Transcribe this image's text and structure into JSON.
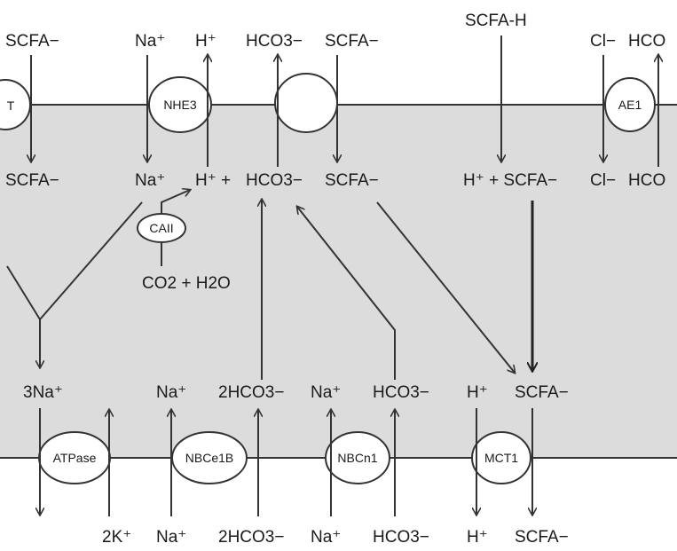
{
  "colors": {
    "cell_fill": "#dcdcdc",
    "background": "#ffffff",
    "ink": "#1a1a1a"
  },
  "top_labels": {
    "scfa_left": "SCFA−",
    "na": "Na⁺",
    "h": "H⁺",
    "hco3": "HCO3−",
    "scfa_mid": "SCFA−",
    "scfa_h": "SCFA-H",
    "cl": "Cl−",
    "hco_right": "HCO"
  },
  "cell_labels": {
    "scfa_left": "SCFA−",
    "na": "Na⁺",
    "h_plus": "H⁺ +",
    "hco3": "HCO3−",
    "scfa_mid": "SCFA−",
    "h_plus_scfa": "H⁺ + SCFA−",
    "cl": "Cl−",
    "hco_right": "HCO",
    "co2_h2o": "CO2 + H2O",
    "na3": "3Na⁺",
    "na_b": "Na⁺",
    "hco3_2": "2HCO3−",
    "na_c": "Na⁺",
    "hco3_b": "HCO3−",
    "h_b": "H⁺",
    "scfa_b": "SCFA−"
  },
  "bottom_labels": {
    "k2": "2K⁺",
    "na_a": "Na⁺",
    "hco3_2": "2HCO3−",
    "na_b": "Na⁺",
    "hco3": "HCO3−",
    "h": "H⁺",
    "scfa": "SCFA−"
  },
  "transporters": {
    "t": "T",
    "nhe3": "NHE3",
    "blank": "",
    "ae1": "AE1",
    "caii": "CAII",
    "atpase": "ATPase",
    "nbce1b": "NBCe1B",
    "nbcn1": "NBCn1",
    "mct1": "MCT1"
  }
}
